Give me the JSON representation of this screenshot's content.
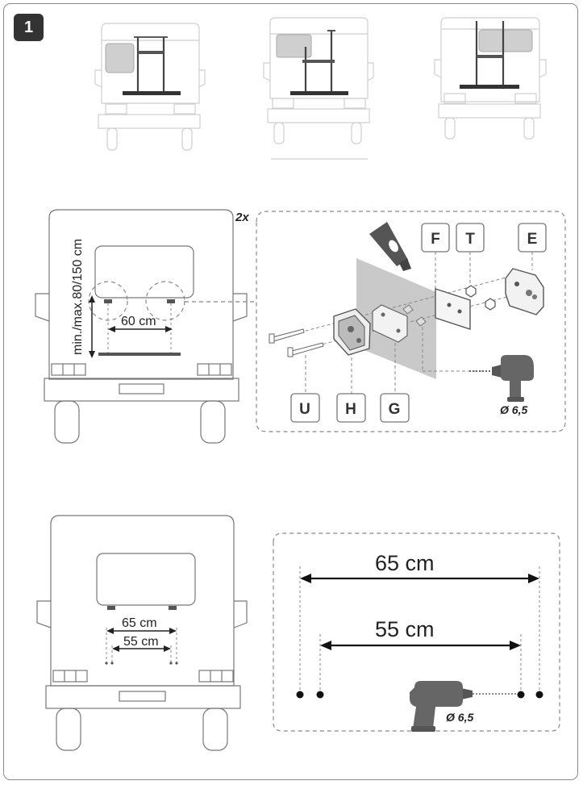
{
  "step": {
    "number": "1"
  },
  "panel_a": {
    "quantity": "2x",
    "vertical_dimension": "min./max.80/150 cm",
    "horizontal_dimension": "60 cm",
    "drill_diameter": "Ø 6,5",
    "parts": {
      "U": "U",
      "H": "H",
      "G": "G",
      "F": "F",
      "T": "T",
      "E": "E"
    }
  },
  "panel_b": {
    "outer_spacing": "65 cm",
    "inner_spacing": "55 cm",
    "drill_diameter": "Ø 6,5"
  },
  "colors": {
    "badge": "#333333",
    "line": "#777777",
    "plate": "#c9c9c9",
    "drill": "#666666"
  }
}
